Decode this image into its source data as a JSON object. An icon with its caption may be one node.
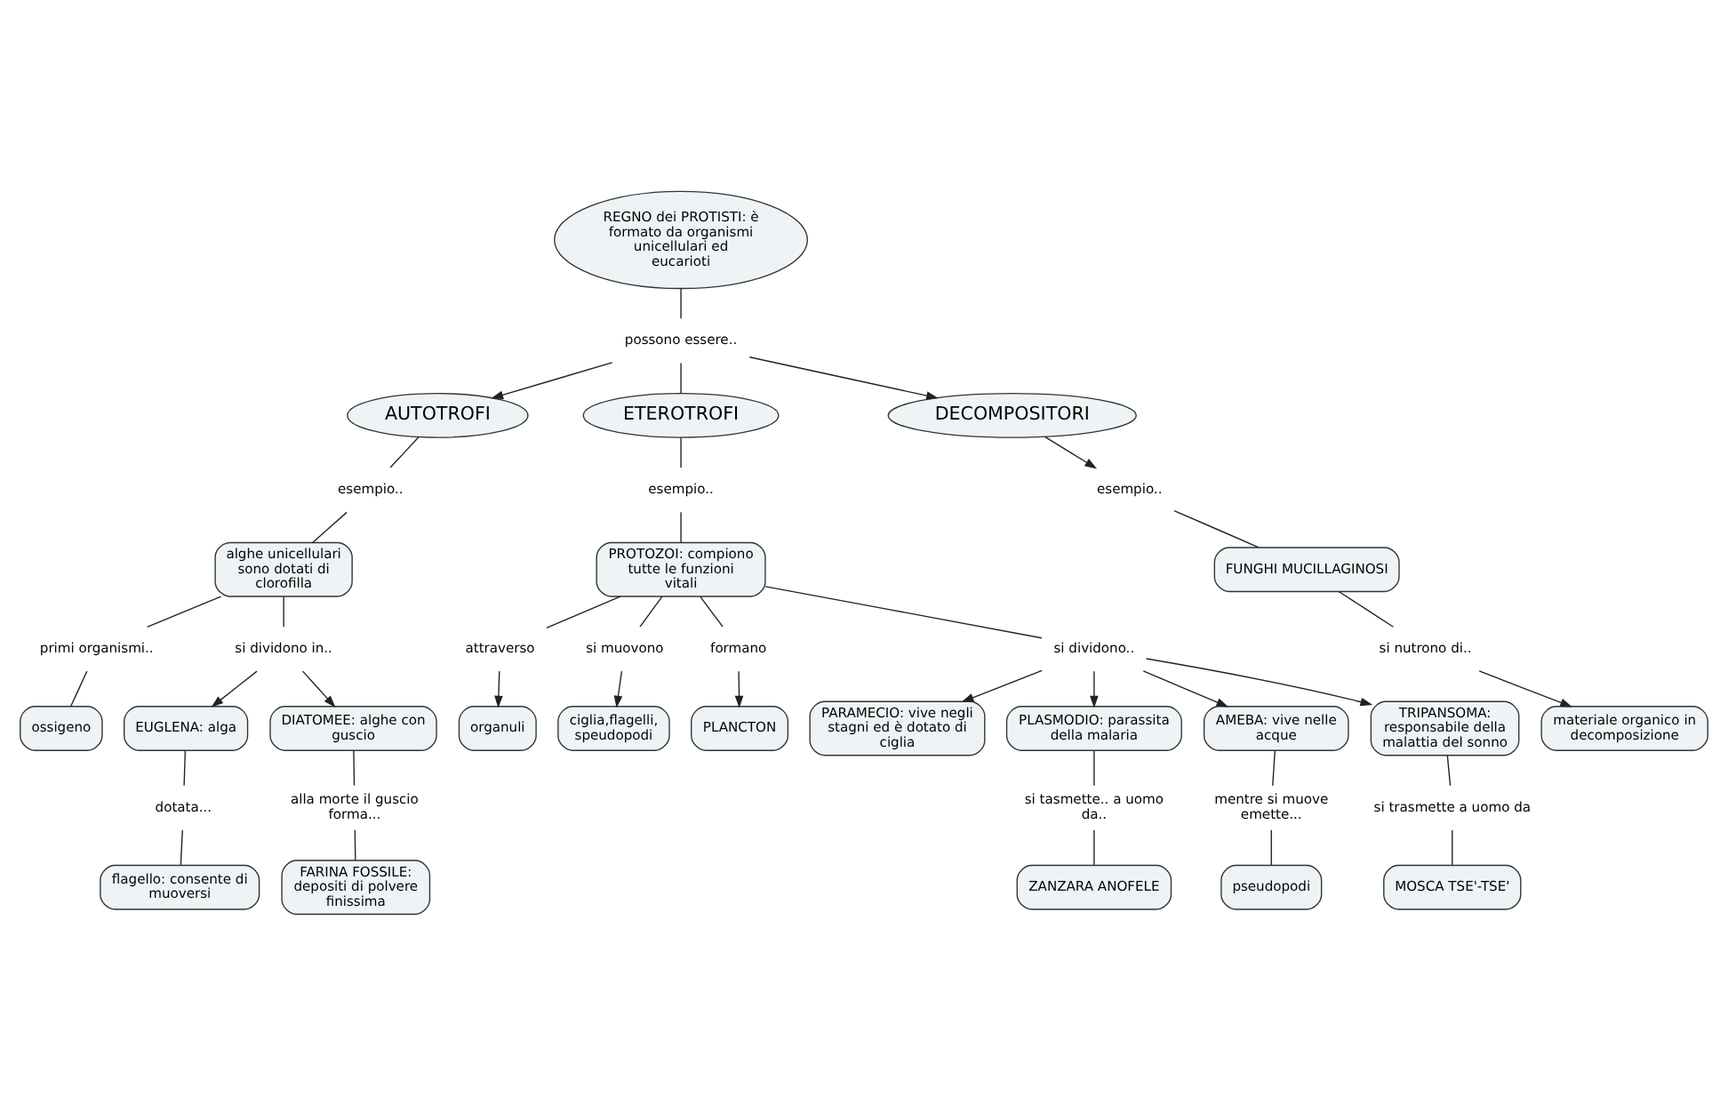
{
  "diagram": {
    "nodes": [
      {
        "text": [
          "REGNO dei PROTISTI: è formato da organismi unicellulari ed eucarioti"
        ]
      },
      {
        "text": [
          "possono essere.."
        ]
      },
      {
        "text": [
          "AUTOTROFI"
        ]
      },
      {
        "text": [
          "ETEROTROFI"
        ]
      },
      {
        "text": [
          "DECOMPOSITORI"
        ]
      },
      {
        "text": [
          "esempio.."
        ]
      },
      {
        "text": [
          "alghe unicellulari sono dotati di clorofilla"
        ]
      },
      {
        "text": [
          "primi organismi.."
        ]
      },
      {
        "text": [
          "ossigeno"
        ]
      },
      {
        "text": [
          "si dividono in.."
        ]
      },
      {
        "text": [
          "EUGLENA: alga"
        ]
      },
      {
        "text": [
          "DIATOMEE: alghe con guscio"
        ]
      },
      {
        "text": [
          "dotata..."
        ]
      },
      {
        "text": [
          "flagello: consente di muoversi"
        ]
      },
      {
        "text": [
          "alla morte il guscio forma..."
        ]
      },
      {
        "text": [
          "FARINA FOSSILE: depositi di polvere finissima"
        ]
      },
      {
        "text": [
          "esempio.."
        ]
      },
      {
        "text": [
          "PROTOZOI: compiono tutte le funzioni vitali"
        ]
      },
      {
        "text": [
          "attraverso"
        ]
      },
      {
        "text": [
          "organuli"
        ]
      },
      {
        "text": [
          "si muovono"
        ]
      },
      {
        "text": [
          "ciglia,flagelli, speudopodi"
        ]
      },
      {
        "text": [
          "formano"
        ]
      },
      {
        "text": [
          "PLANCTON"
        ]
      },
      {
        "text": [
          "si dividono.."
        ]
      },
      {
        "text": [
          "PARAMECIO: vive negli stagni ed è dotato di ciglia"
        ]
      },
      {
        "text": [
          "PLASMODIO: parassita della malaria"
        ]
      },
      {
        "text": [
          "AMEBA: vive nelle acque"
        ]
      },
      {
        "text": [
          "TRIPANSOMA: responsabile della malattia del sonno"
        ]
      },
      {
        "text": [
          "si tasmette.. a uomo da.."
        ]
      },
      {
        "text": [
          "ZANZARA ANOFELE"
        ]
      },
      {
        "text": [
          "mentre si muove emette..."
        ]
      },
      {
        "text": [
          "pseudopodi"
        ]
      },
      {
        "text": [
          "si trasmette a uomo da"
        ]
      },
      {
        "text": [
          "MOSCA TSE'-TSE'"
        ]
      },
      {
        "text": [
          "esempio.."
        ]
      },
      {
        "text": [
          "FUNGHI MUCILLAGINOSI"
        ]
      },
      {
        "text": [
          "si nutrono di.."
        ]
      },
      {
        "text": [
          "materiale organico in decomposizione"
        ]
      }
    ],
    "edges": [
      {
        "from": 0,
        "to": 1,
        "arrow": "none"
      },
      {
        "from": 1,
        "to": 2,
        "arrow": "to"
      },
      {
        "from": 1,
        "to": 3,
        "arrow": "none"
      },
      {
        "from": 1,
        "to": 4,
        "arrow": "to"
      },
      {
        "from": 2,
        "to": 5,
        "arrow": "none"
      },
      {
        "from": 5,
        "to": 6,
        "arrow": "none"
      },
      {
        "from": 6,
        "to": 7,
        "arrow": "none"
      },
      {
        "from": 7,
        "to": 8,
        "arrow": "none"
      },
      {
        "from": 6,
        "to": 9,
        "arrow": "none"
      },
      {
        "from": 9,
        "to": 10,
        "arrow": "to"
      },
      {
        "from": 9,
        "to": 11,
        "arrow": "to"
      },
      {
        "from": 10,
        "to": 12,
        "arrow": "none"
      },
      {
        "from": 12,
        "to": 13,
        "arrow": "none"
      },
      {
        "from": 11,
        "to": 14,
        "arrow": "none"
      },
      {
        "from": 14,
        "to": 15,
        "arrow": "none"
      },
      {
        "from": 3,
        "to": 16,
        "arrow": "none"
      },
      {
        "from": 16,
        "to": 17,
        "arrow": "none"
      },
      {
        "from": 17,
        "to": 18,
        "arrow": "none"
      },
      {
        "from": 18,
        "to": 19,
        "arrow": "to"
      },
      {
        "from": 17,
        "to": 20,
        "arrow": "none"
      },
      {
        "from": 20,
        "to": 21,
        "arrow": "to"
      },
      {
        "from": 17,
        "to": 22,
        "arrow": "none"
      },
      {
        "from": 22,
        "to": 23,
        "arrow": "to"
      },
      {
        "from": 17,
        "to": 24,
        "arrow": "none"
      },
      {
        "from": 24,
        "to": 25,
        "arrow": "to"
      },
      {
        "from": 24,
        "to": 26,
        "arrow": "to"
      },
      {
        "from": 24,
        "to": 27,
        "arrow": "to"
      },
      {
        "from": 24,
        "to": 28,
        "arrow": "to"
      },
      {
        "from": 26,
        "to": 29,
        "arrow": "none"
      },
      {
        "from": 29,
        "to": 30,
        "arrow": "none"
      },
      {
        "from": 27,
        "to": 31,
        "arrow": "none"
      },
      {
        "from": 31,
        "to": 32,
        "arrow": "none"
      },
      {
        "from": 28,
        "to": 33,
        "arrow": "none"
      },
      {
        "from": 33,
        "to": 34,
        "arrow": "none"
      },
      {
        "from": 4,
        "to": 35,
        "arrow": "to"
      },
      {
        "from": 35,
        "to": 36,
        "arrow": "none"
      },
      {
        "from": 36,
        "to": 37,
        "arrow": "none"
      },
      {
        "from": 37,
        "to": 38,
        "arrow": "to"
      }
    ]
  }
}
